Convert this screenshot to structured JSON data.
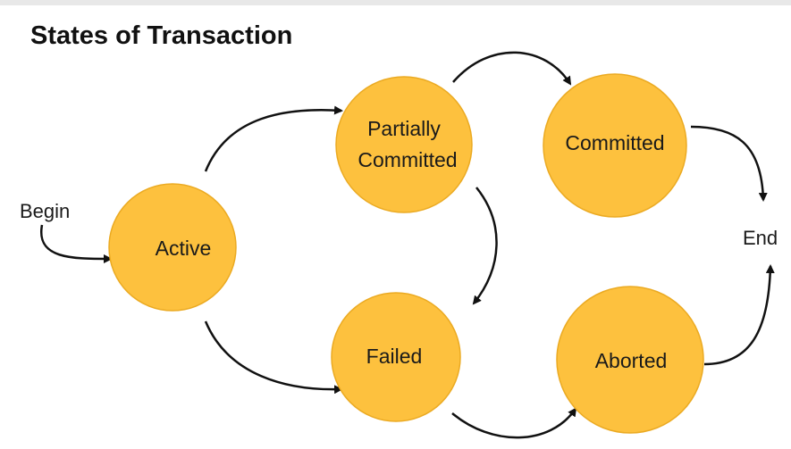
{
  "title": "States of Transaction",
  "colors": {
    "node_fill": "#FDC13E",
    "node_stroke": "#EBAA22",
    "arrow": "#111111"
  },
  "labels": {
    "begin": "Begin",
    "end": "End"
  },
  "nodes": {
    "active": [
      "Active"
    ],
    "partially_committed": [
      "Partially",
      "Committed"
    ],
    "committed": [
      "Committed"
    ],
    "failed": [
      "Failed"
    ],
    "aborted": [
      "Aborted"
    ]
  }
}
